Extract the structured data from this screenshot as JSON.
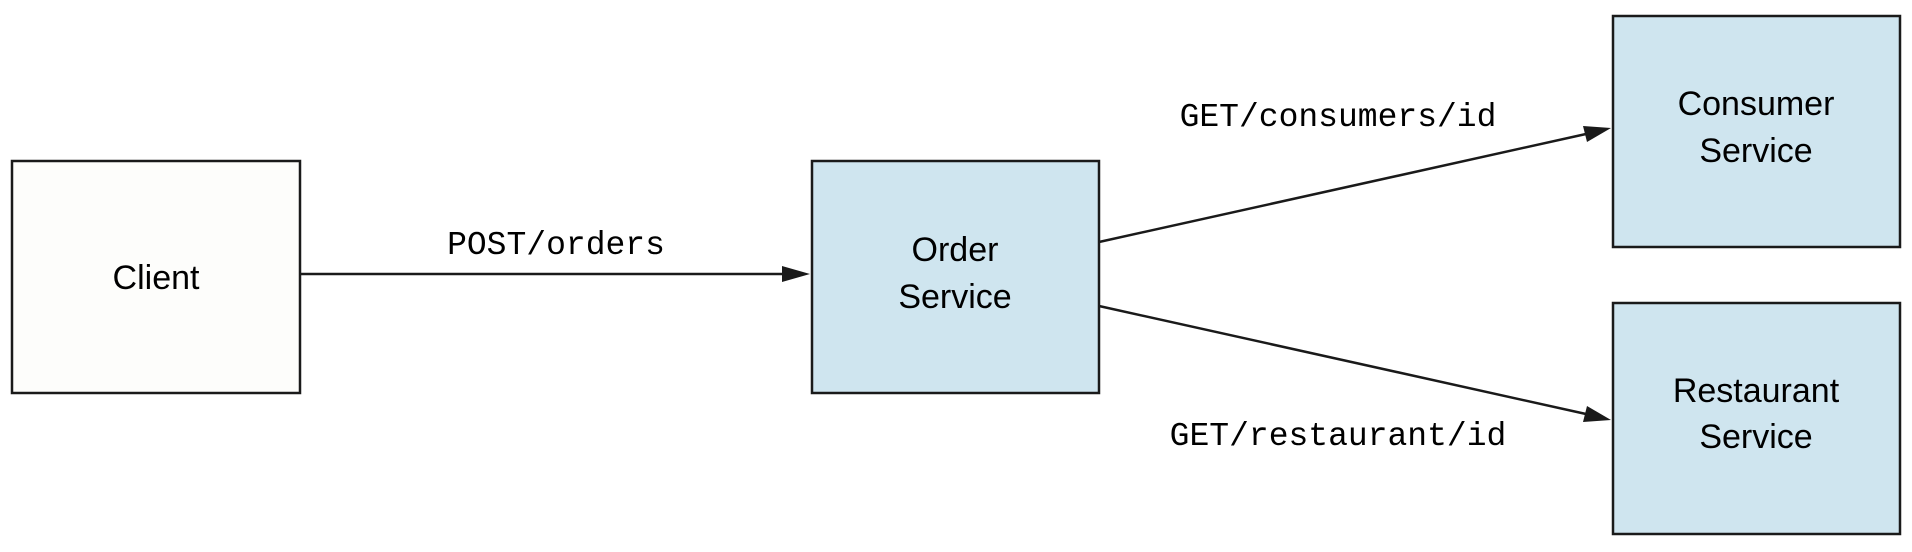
{
  "colors": {
    "client_fill": "#fdfdfb",
    "service_fill": "#cfe5ef",
    "stroke": "#1a1a1a"
  },
  "nodes": {
    "client": {
      "line1": "Client"
    },
    "order_service": {
      "line1": "Order",
      "line2": "Service"
    },
    "consumer_service": {
      "line1": "Consumer",
      "line2": "Service"
    },
    "restaurant_service": {
      "line1": "Restaurant",
      "line2": "Service"
    }
  },
  "edges": {
    "client_to_order": {
      "label": "POST/orders"
    },
    "order_to_consumer": {
      "label": "GET/consumers/id"
    },
    "order_to_restaurant": {
      "label": "GET/restaurant/id"
    }
  }
}
